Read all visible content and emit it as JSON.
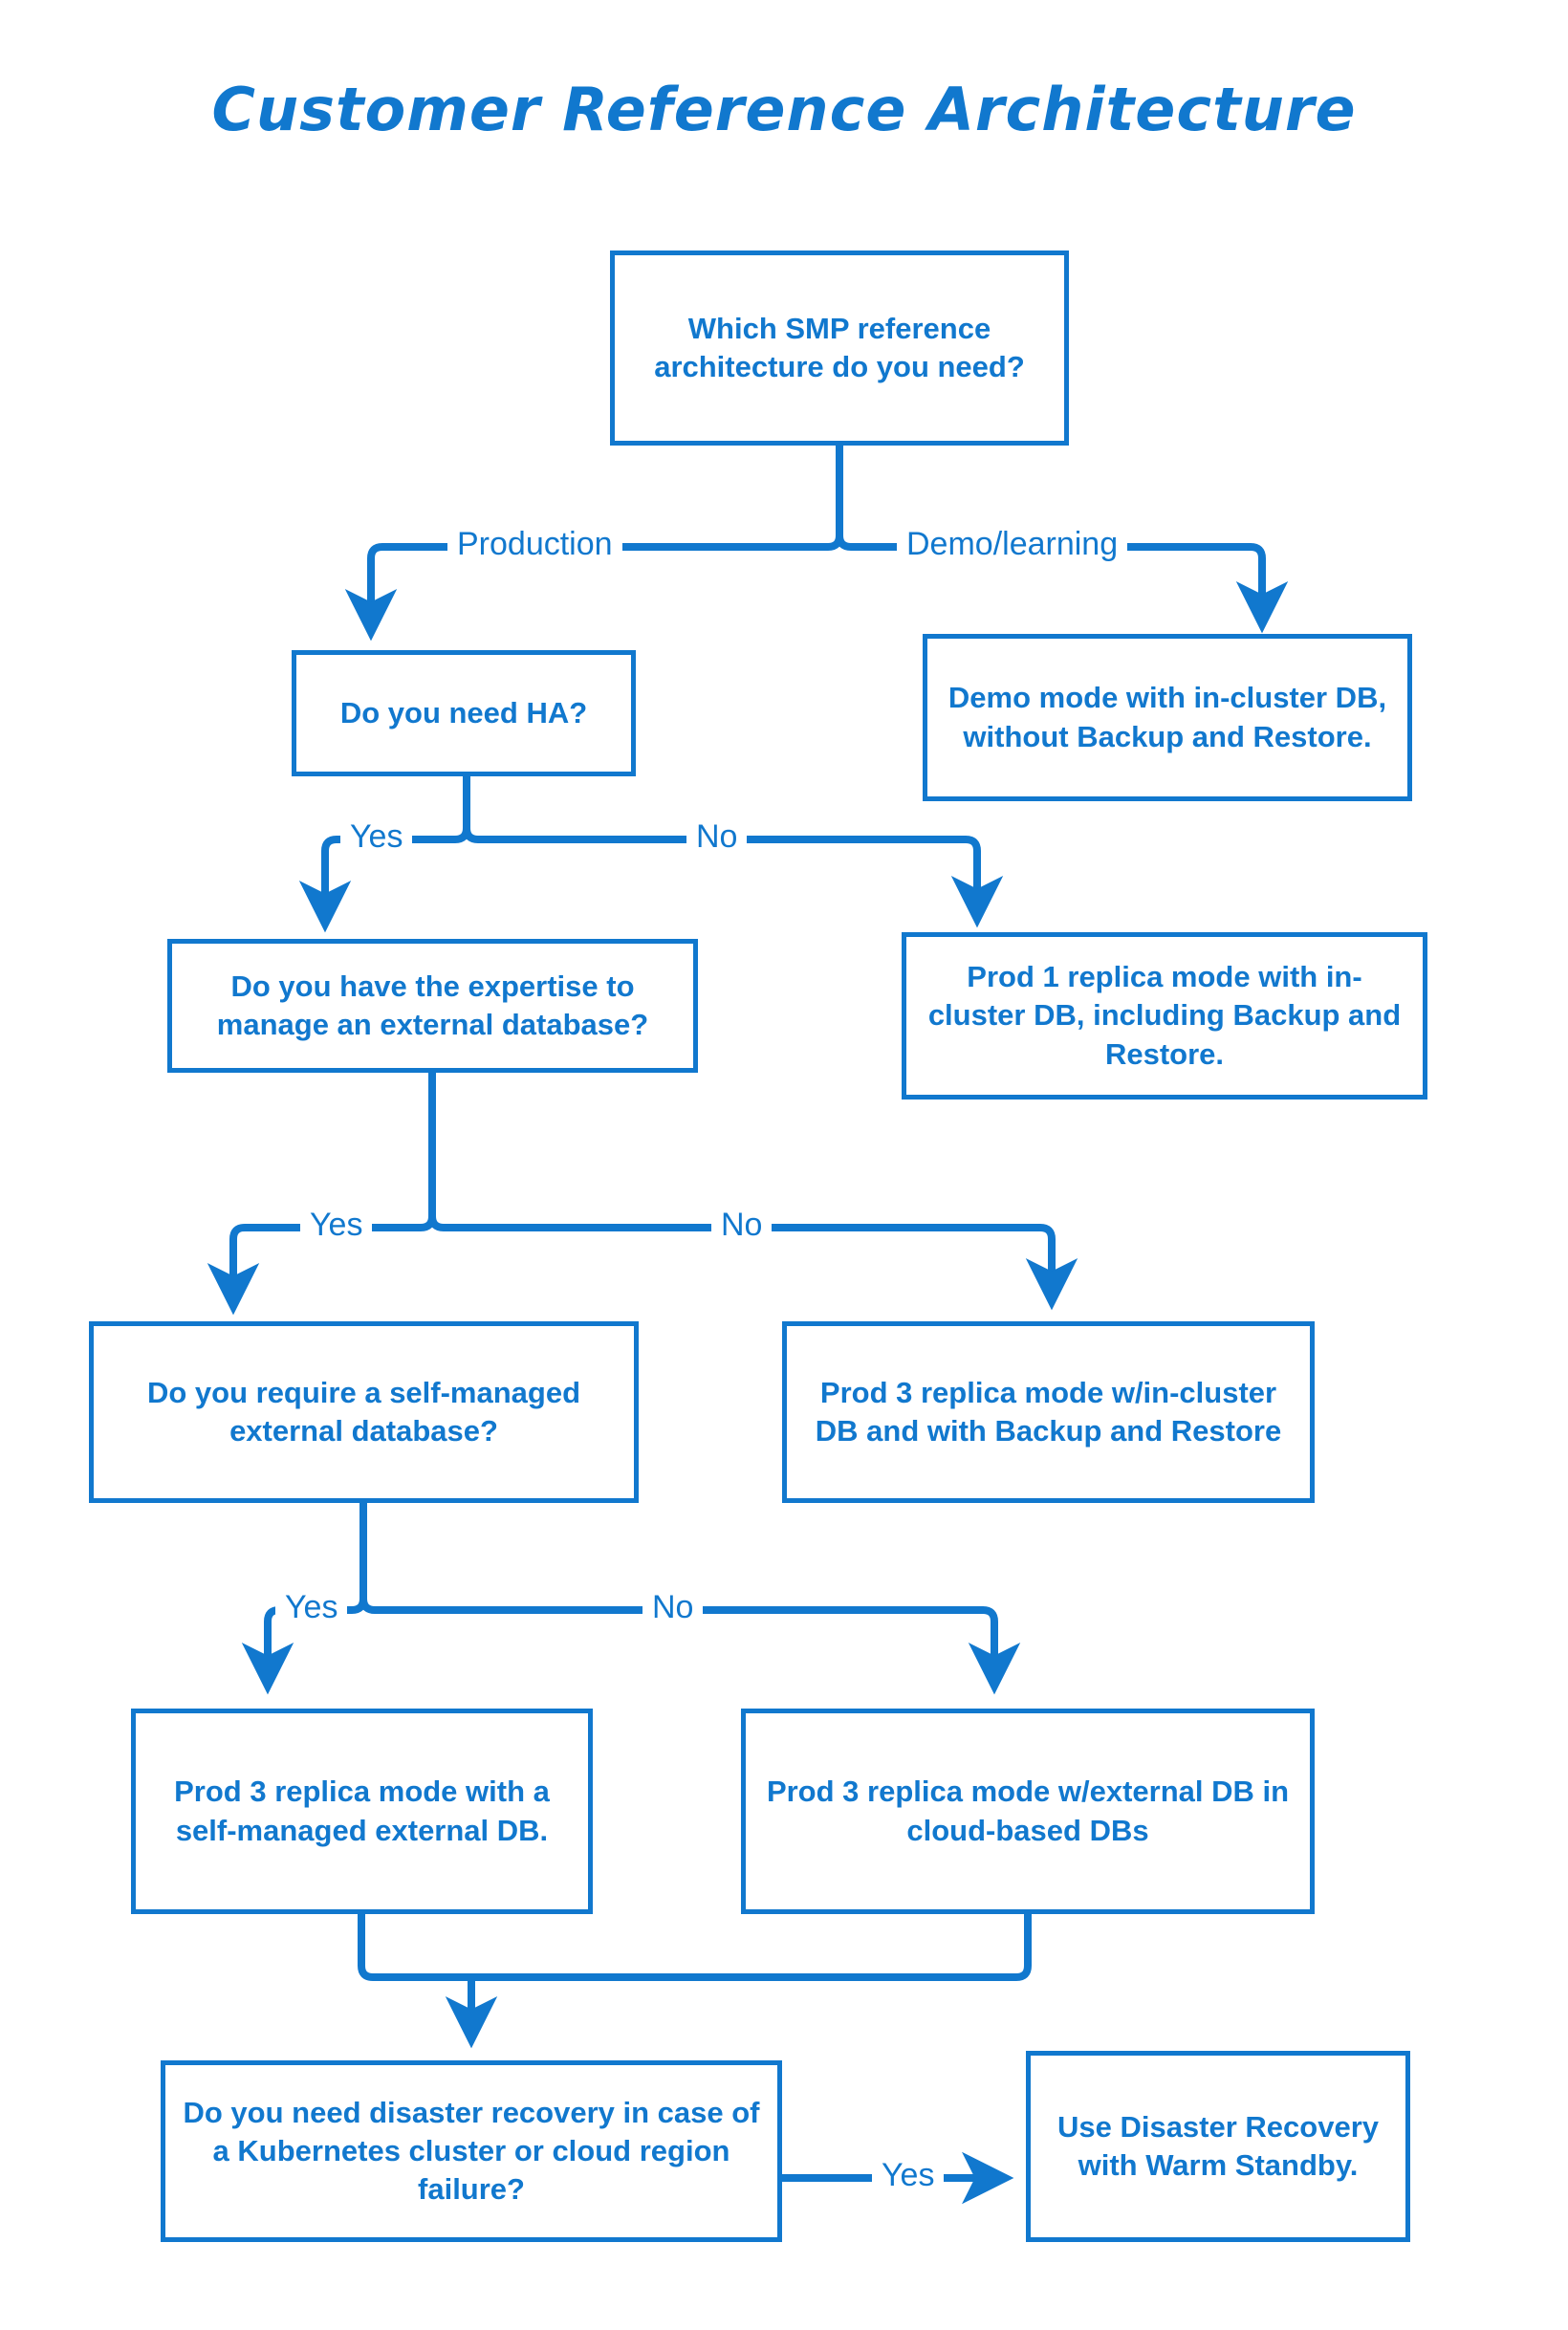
{
  "page": {
    "title": "Customer Reference Architecture",
    "accent_color": "#1178CE",
    "background_color": "#FFFFFF"
  },
  "flowchart": {
    "type": "decision-tree",
    "nodes": [
      {
        "id": "q-root",
        "kind": "decision",
        "text": "Which SMP reference architecture do you need?"
      },
      {
        "id": "q-ha",
        "kind": "decision",
        "text": "Do you need HA?"
      },
      {
        "id": "r-demo",
        "kind": "result",
        "text": "Demo mode with in-cluster DB, without Backup and Restore."
      },
      {
        "id": "q-expertise",
        "kind": "decision",
        "text": "Do you have the expertise to manage an external database?"
      },
      {
        "id": "r-prod1",
        "kind": "result",
        "text": "Prod 1 replica mode with in-cluster DB, including Backup and Restore."
      },
      {
        "id": "q-selfmanaged",
        "kind": "decision",
        "text": "Do you require a self-managed external database?"
      },
      {
        "id": "r-prod3-in",
        "kind": "result",
        "text": "Prod 3 replica mode w/in-cluster DB and with Backup and Restore"
      },
      {
        "id": "r-prod3-self",
        "kind": "result",
        "text": "Prod 3 replica mode with a self-managed external DB."
      },
      {
        "id": "r-prod3-cloud",
        "kind": "result",
        "text": "Prod 3 replica mode w/external DB in cloud-based DBs"
      },
      {
        "id": "q-dr",
        "kind": "decision",
        "text": "Do you need disaster recovery in case of a Kubernetes cluster or cloud region failure?"
      },
      {
        "id": "r-dr",
        "kind": "result",
        "text": "Use Disaster Recovery with Warm Standby."
      }
    ],
    "edges": [
      {
        "from": "q-root",
        "to": "q-ha",
        "label": "Production"
      },
      {
        "from": "q-root",
        "to": "r-demo",
        "label": "Demo/learning"
      },
      {
        "from": "q-ha",
        "to": "q-expertise",
        "label": "Yes"
      },
      {
        "from": "q-ha",
        "to": "r-prod1",
        "label": "No"
      },
      {
        "from": "q-expertise",
        "to": "q-selfmanaged",
        "label": "Yes"
      },
      {
        "from": "q-expertise",
        "to": "r-prod3-in",
        "label": "No"
      },
      {
        "from": "q-selfmanaged",
        "to": "r-prod3-self",
        "label": "Yes"
      },
      {
        "from": "q-selfmanaged",
        "to": "r-prod3-cloud",
        "label": "No"
      },
      {
        "from": "r-prod3-self",
        "to": "q-dr",
        "label": ""
      },
      {
        "from": "r-prod3-cloud",
        "to": "q-dr",
        "label": ""
      },
      {
        "from": "q-dr",
        "to": "r-dr",
        "label": "Yes"
      }
    ],
    "labels": {
      "production": "Production",
      "demo_learning": "Demo/learning",
      "ha_yes": "Yes",
      "ha_no": "No",
      "expertise_yes": "Yes",
      "expertise_no": "No",
      "selfmanaged_yes": "Yes",
      "selfmanaged_no": "No",
      "dr_yes": "Yes"
    }
  }
}
